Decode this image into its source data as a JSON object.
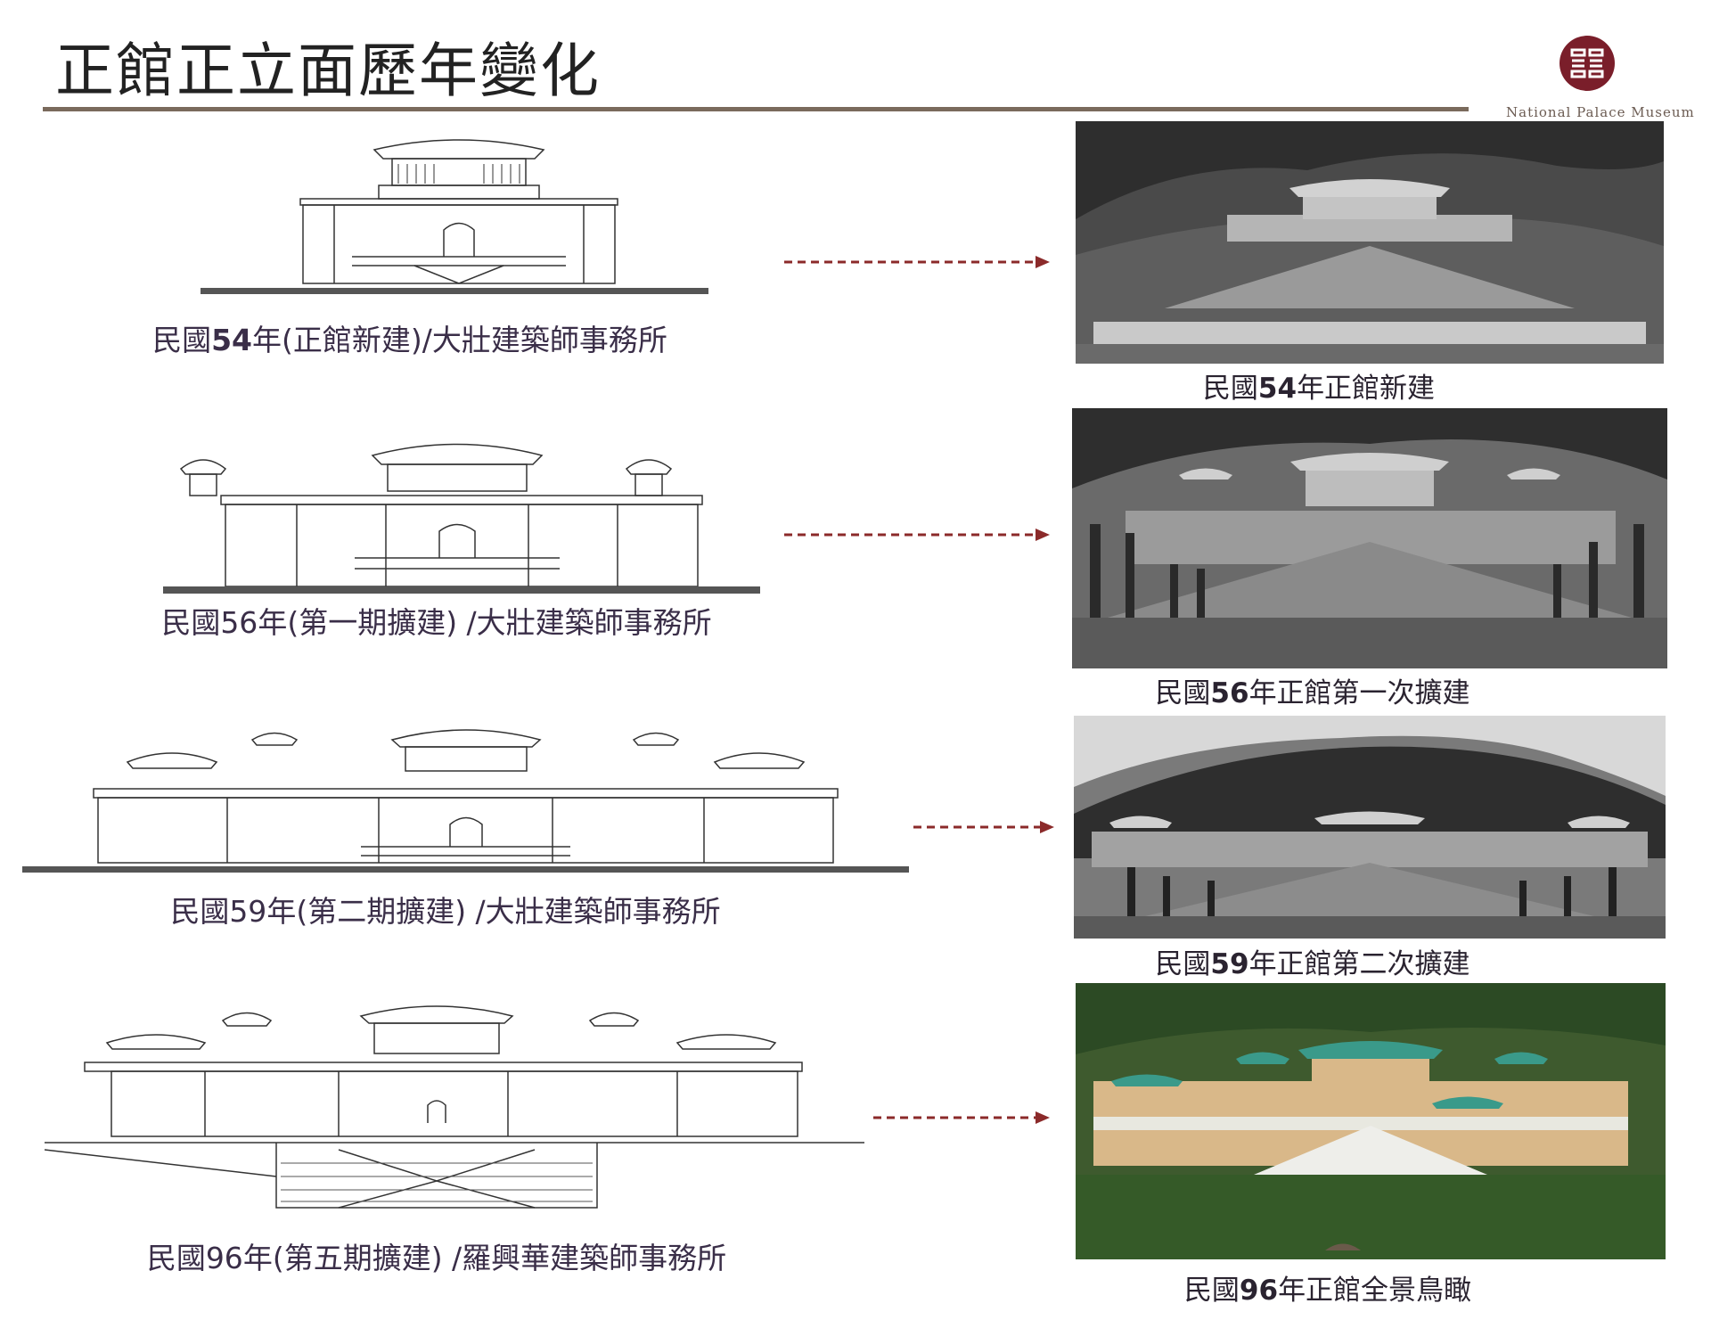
{
  "title": "正館正立面歷年變化",
  "logo": {
    "text": "National Palace Museum",
    "colors": {
      "seal": "#7a1e2a"
    }
  },
  "rows": [
    {
      "drawing_caption": {
        "prefix": "民國",
        "year": "54",
        "mid": "年(",
        "phase": "正館新建",
        "close": ")",
        "suffix": "/大壯建築師事務所"
      },
      "photo_caption": {
        "prefix": "民國",
        "year": "54",
        "suffix": "年正館新建"
      }
    },
    {
      "drawing_caption": {
        "prefix": "民國",
        "year": "56",
        "mid": "年(",
        "phase": "第一期擴建",
        "close": ")",
        "suffix": " /大壯建築師事務所"
      },
      "photo_caption": {
        "prefix": "民國",
        "year": "56",
        "suffix": "年正館第一次擴建"
      }
    },
    {
      "drawing_caption": {
        "prefix": "民國",
        "year": "59",
        "mid": "年(",
        "phase": "第二期擴建",
        "close": ")",
        "suffix": " /大壯建築師事務所"
      },
      "photo_caption": {
        "prefix": "民國",
        "year": "59",
        "suffix": "年正館第二次擴建"
      }
    },
    {
      "drawing_caption": {
        "prefix": "民國",
        "year": "96",
        "mid": "年(",
        "phase": "第五期擴建",
        "close": ")",
        "suffix": " /羅興華建築師事務所"
      },
      "photo_caption": {
        "prefix": "民國",
        "year": "96",
        "suffix": "年正館全景鳥瞰"
      }
    }
  ],
  "colors": {
    "arrow": "#8b2a2a",
    "ground_line": "#555555",
    "photo_bw_hill": "#2e2e2e",
    "photo_color_roof": "#3a9a8a",
    "photo_color_wall": "#d9b889"
  }
}
